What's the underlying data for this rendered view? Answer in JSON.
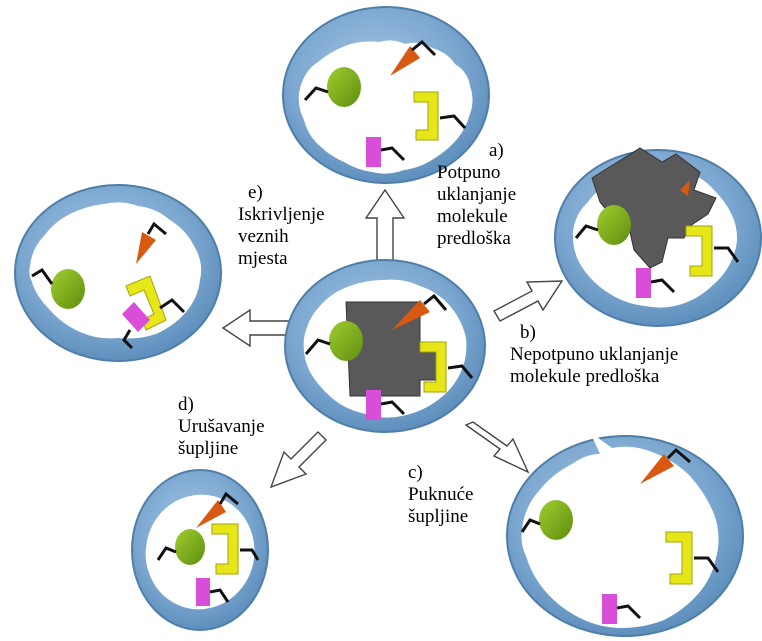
{
  "labels": {
    "a": {
      "letter": "a)",
      "lines": [
        "Potpuno",
        "uklanjanje",
        "molekule",
        "predloška"
      ]
    },
    "b": {
      "letter": "b)",
      "lines": [
        "Nepotpuno uklanjanje",
        "molekule predloška"
      ]
    },
    "c": {
      "letter": "c)",
      "lines": [
        "Puknuće",
        "šupljine"
      ]
    },
    "d": {
      "letter": "d)",
      "lines": [
        "Urušavanje",
        "šupljine"
      ]
    },
    "e": {
      "letter": "e)",
      "lines": [
        "Iskrivljenje",
        "veznih",
        "mjesta"
      ]
    }
  },
  "colors": {
    "polymer": "#7aa6cf",
    "polymer_edge": "#4f7ea8",
    "template": "#595959",
    "green": "#7aab1a",
    "orange": "#d85a12",
    "yellow": "#e6e619",
    "magenta": "#d94ed9"
  },
  "icons": [
    "green-ellipse-icon",
    "orange-cone-icon",
    "yellow-bracket-icon",
    "magenta-block-icon",
    "template-molecule-icon"
  ]
}
